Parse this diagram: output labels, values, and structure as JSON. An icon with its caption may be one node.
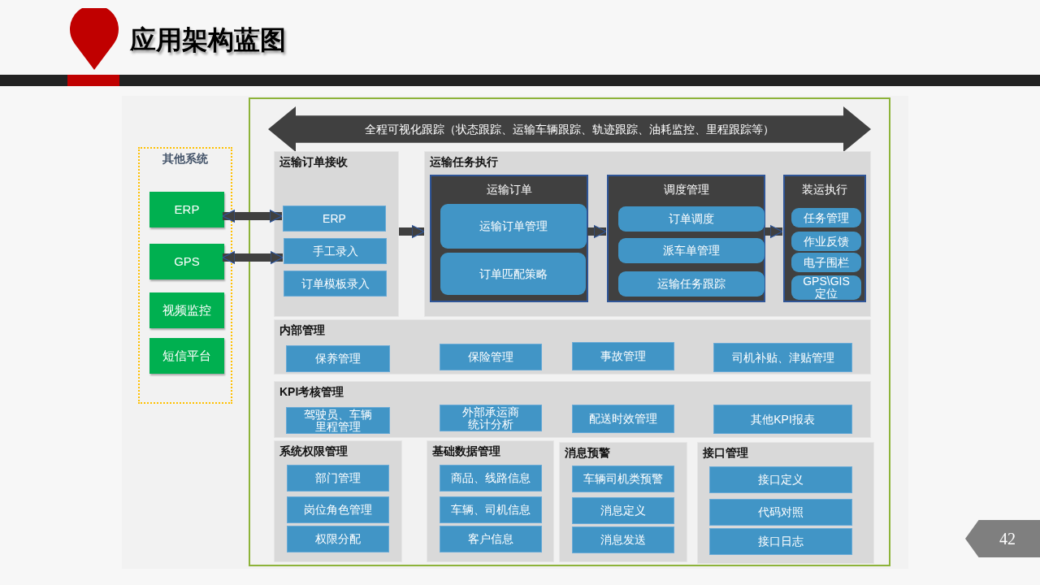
{
  "diagram": {
    "title": "应用架构蓝图",
    "nodes": [
      {
        "text": [
          "其他系统"
        ]
      },
      {
        "text": [
          "ERP"
        ],
        "in": 0
      },
      {
        "text": [
          "GPS"
        ],
        "in": 0
      },
      {
        "text": [
          "视频监控"
        ],
        "in": 0
      },
      {
        "text": [
          "短信平台"
        ],
        "in": 0
      },
      {
        "text": [
          "全程可视化跟踪（状态跟踪、运输车辆跟踪、轨迹跟踪、油耗监控、里程跟踪等）"
        ]
      },
      {
        "text": [
          "运输订单接收"
        ]
      },
      {
        "text": [
          "ERP"
        ],
        "in": 6
      },
      {
        "text": [
          "手工录入"
        ],
        "in": 6
      },
      {
        "text": [
          "订单模板录入"
        ],
        "in": 6
      },
      {
        "text": [
          "运输任务执行"
        ]
      },
      {
        "text": [
          "运输订单"
        ],
        "in": 10
      },
      {
        "text": [
          "运输订单管理"
        ],
        "in": 11
      },
      {
        "text": [
          "订单匹配策略"
        ],
        "in": 11
      },
      {
        "text": [
          "调度管理"
        ],
        "in": 10
      },
      {
        "text": [
          "订单调度"
        ],
        "in": 14
      },
      {
        "text": [
          "派车单管理"
        ],
        "in": 14
      },
      {
        "text": [
          "运输任务跟踪"
        ],
        "in": 14
      },
      {
        "text": [
          "装运执行"
        ],
        "in": 10
      },
      {
        "text": [
          "任务管理"
        ],
        "in": 18
      },
      {
        "text": [
          "作业反馈"
        ],
        "in": 18
      },
      {
        "text": [
          "电子围栏"
        ],
        "in": 18
      },
      {
        "text": [
          "GPS\\GIS定位"
        ],
        "in": 18
      },
      {
        "text": [
          "内部管理"
        ]
      },
      {
        "text": [
          "保养管理"
        ],
        "in": 23
      },
      {
        "text": [
          "保险管理"
        ],
        "in": 23
      },
      {
        "text": [
          "事故管理"
        ],
        "in": 23
      },
      {
        "text": [
          "司机补贴、津贴管理"
        ],
        "in": 23
      },
      {
        "text": [
          "KPI考核管理"
        ]
      },
      {
        "text": [
          "驾驶员、车辆里程管理"
        ],
        "in": 28
      },
      {
        "text": [
          "外部承运商统计分析"
        ],
        "in": 28
      },
      {
        "text": [
          "配送时效管理"
        ],
        "in": 28
      },
      {
        "text": [
          "其他KPI报表"
        ],
        "in": 28
      },
      {
        "text": [
          "系统权限管理"
        ]
      },
      {
        "text": [
          "部门管理"
        ],
        "in": 33
      },
      {
        "text": [
          "岗位角色管理"
        ],
        "in": 33
      },
      {
        "text": [
          "权限分配"
        ],
        "in": 33
      },
      {
        "text": [
          "基础数据管理"
        ]
      },
      {
        "text": [
          "商品、线路信息"
        ],
        "in": 37
      },
      {
        "text": [
          "车辆、司机信息"
        ],
        "in": 37
      },
      {
        "text": [
          "客户信息"
        ],
        "in": 37
      },
      {
        "text": [
          "消息预警"
        ]
      },
      {
        "text": [
          "车辆司机类预警"
        ],
        "in": 41
      },
      {
        "text": [
          "消息定义"
        ],
        "in": 41
      },
      {
        "text": [
          "消息发送"
        ],
        "in": 41
      },
      {
        "text": [
          "接口管理"
        ]
      },
      {
        "text": [
          "接口定义"
        ],
        "in": 45
      },
      {
        "text": [
          "代码对照"
        ],
        "in": 45
      },
      {
        "text": [
          "接口日志"
        ],
        "in": 45
      }
    ],
    "edges": [
      {
        "from": 1,
        "to": 7,
        "arrow": "both"
      },
      {
        "from": 2,
        "to": 8,
        "arrow": "both"
      },
      {
        "from": 6,
        "to": 10,
        "arrow": "to"
      },
      {
        "from": 11,
        "to": 14,
        "arrow": "to"
      },
      {
        "from": 14,
        "to": 18,
        "arrow": "to"
      }
    ],
    "labels": [
      "42"
    ]
  }
}
